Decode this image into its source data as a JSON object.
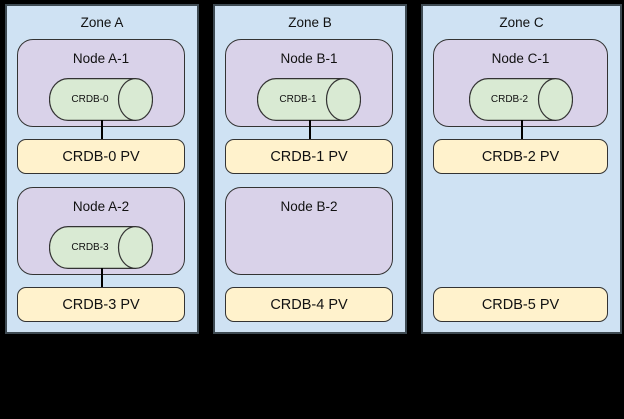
{
  "diagram": {
    "colors": {
      "canvas-bg": "#000000",
      "zone-fill": "#cfe2f3",
      "zone-border": "#3e4a52",
      "node-fill": "#d9d2e9",
      "pod-fill": "#d9ead3",
      "pv-fill": "#fff2cc",
      "box-border": "#333333",
      "connector": "#000000"
    },
    "zones": [
      {
        "label": "Zone A",
        "node1": {
          "label": "Node A-1",
          "pod": "CRDB-0"
        },
        "pv1": "CRDB-0 PV",
        "node2": {
          "label": "Node A-2",
          "pod": "CRDB-3"
        },
        "pv2": "CRDB-3 PV"
      },
      {
        "label": "Zone B",
        "node1": {
          "label": "Node B-1",
          "pod": "CRDB-1"
        },
        "pv1": "CRDB-1 PV",
        "node2": {
          "label": "Node B-2"
        },
        "pv2": "CRDB-4 PV"
      },
      {
        "label": "Zone C",
        "node1": {
          "label": "Node C-1",
          "pod": "CRDB-2"
        },
        "pv1": "CRDB-2 PV",
        "pv2": "CRDB-5 PV"
      }
    ]
  }
}
